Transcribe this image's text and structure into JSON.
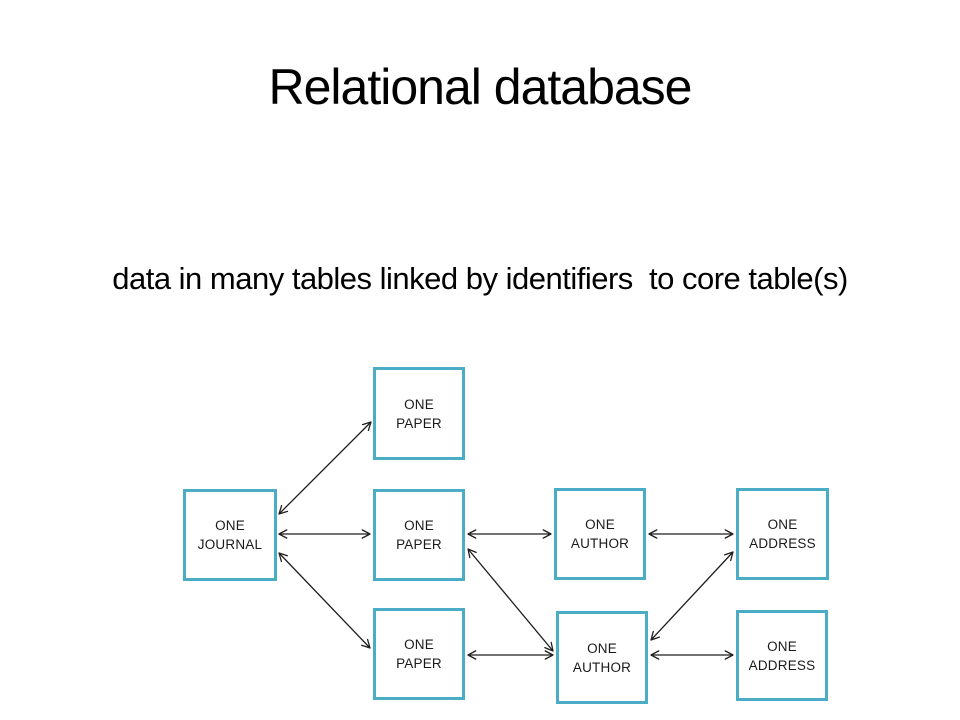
{
  "slide": {
    "title": "Relational database",
    "subtitle": "data in many tables linked by identifiers  to core table(s)"
  },
  "diagram": {
    "accent_color": "#4BACC6",
    "arrow_color": "#1f1f1f",
    "boxes": [
      {
        "id": "one-paper-top",
        "line1": "ONE",
        "line2": "PAPER"
      },
      {
        "id": "one-journal",
        "line1": "ONE",
        "line2": "JOURNAL"
      },
      {
        "id": "one-paper-middle",
        "line1": "ONE",
        "line2": "PAPER"
      },
      {
        "id": "one-author-middle",
        "line1": "ONE",
        "line2": "AUTHOR"
      },
      {
        "id": "one-address-middle",
        "line1": "ONE",
        "line2": "ADDRESS"
      },
      {
        "id": "one-paper-bottom",
        "line1": "ONE",
        "line2": "PAPER"
      },
      {
        "id": "one-author-bottom",
        "line1": "ONE",
        "line2": "AUTHOR"
      },
      {
        "id": "one-address-bottom",
        "line1": "ONE",
        "line2": "ADDRESS"
      }
    ],
    "connections": [
      {
        "from": "one-journal",
        "to": "one-paper-top",
        "style": "double-headed-arrow"
      },
      {
        "from": "one-journal",
        "to": "one-paper-middle",
        "style": "double-headed-arrow"
      },
      {
        "from": "one-journal",
        "to": "one-paper-bottom",
        "style": "double-headed-arrow"
      },
      {
        "from": "one-paper-middle",
        "to": "one-author-middle",
        "style": "double-headed-arrow"
      },
      {
        "from": "one-author-middle",
        "to": "one-address-middle",
        "style": "double-headed-arrow"
      },
      {
        "from": "one-paper-middle",
        "to": "one-author-bottom",
        "style": "double-headed-arrow"
      },
      {
        "from": "one-paper-bottom",
        "to": "one-author-bottom",
        "style": "double-headed-arrow"
      },
      {
        "from": "one-author-bottom",
        "to": "one-address-middle",
        "style": "double-headed-arrow"
      },
      {
        "from": "one-author-bottom",
        "to": "one-address-bottom",
        "style": "double-headed-arrow"
      }
    ]
  }
}
